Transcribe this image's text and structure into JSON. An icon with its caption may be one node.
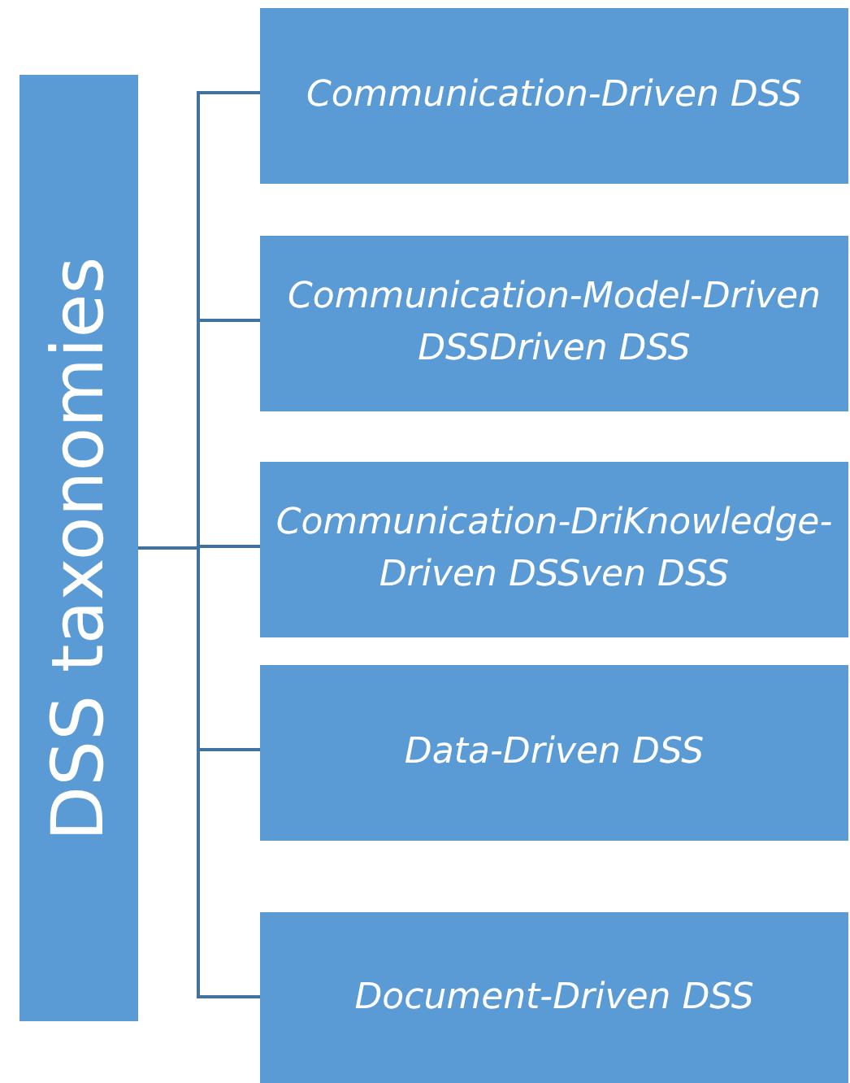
{
  "diagram": {
    "nodes": [
      {
        "text": [
          "DSS taxonomies"
        ]
      },
      {
        "text": [
          "Communication-Driven DSS"
        ]
      },
      {
        "text": [
          "Communication-Model-Driven DSSDriven DSS"
        ]
      },
      {
        "text": [
          "Communication-DriKnowledge-Driven DSSven DSS"
        ]
      },
      {
        "text": [
          "Data-Driven DSS"
        ]
      },
      {
        "text": [
          "Document-Driven DSS"
        ]
      }
    ],
    "edges": [
      {
        "from": 0,
        "to": 1,
        "arrow": "none"
      },
      {
        "from": 0,
        "to": 2,
        "arrow": "none"
      },
      {
        "from": 0,
        "to": 3,
        "arrow": "none"
      },
      {
        "from": 0,
        "to": 4,
        "arrow": "none"
      },
      {
        "from": 0,
        "to": 5,
        "arrow": "none"
      }
    ]
  }
}
